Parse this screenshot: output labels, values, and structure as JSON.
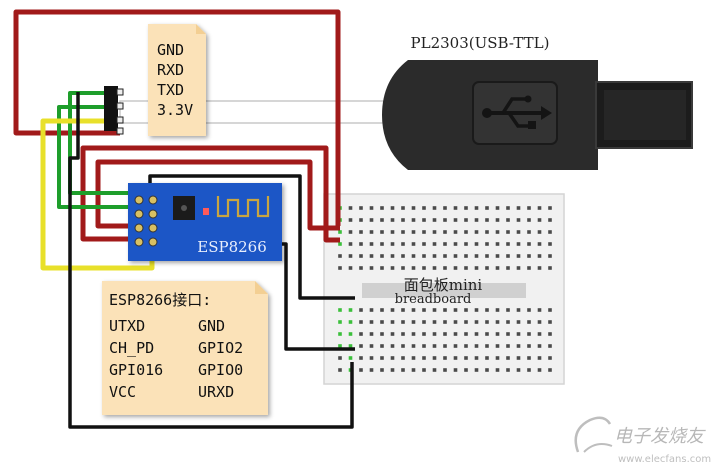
{
  "usb_adapter": {
    "title": "PL2303(USB-TTL)",
    "icon": "usb-icon"
  },
  "usb_pins_note": {
    "lines": [
      "GND",
      "RXD",
      "TXD",
      "3.3V"
    ]
  },
  "module": {
    "label": "ESP8266"
  },
  "breadboard": {
    "label_cn": "面包板mini",
    "label_en": "breadboard"
  },
  "esp_interface_note": {
    "title": "ESP8266接口:",
    "pins": [
      [
        "UTXD",
        "GND"
      ],
      [
        "CH_PD",
        "GPIO2"
      ],
      [
        "GPI016",
        "GPIO0"
      ],
      [
        "VCC",
        "URXD"
      ]
    ]
  },
  "watermark": {
    "text": "电子发烧友",
    "sub": "www.elecfans.com"
  },
  "colors": {
    "red_wire": "#a11a1a",
    "green_wire": "#1e9e2b",
    "yellow_wire": "#e8e02a",
    "black_wire": "#111111",
    "note_fill": "#fbe2b8",
    "module_blue": "#1b57c6"
  }
}
